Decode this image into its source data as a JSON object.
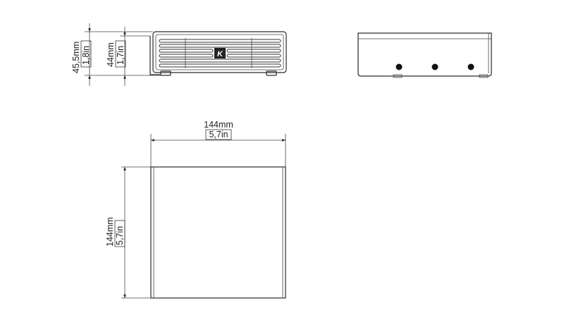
{
  "dimensions": {
    "side_total_height": {
      "metric": "45,5mm",
      "imperial": "1,8in"
    },
    "side_body_height": {
      "metric": "44mm",
      "imperial": "1,7in"
    },
    "top_width": {
      "metric": "144mm",
      "imperial": "5,7in"
    },
    "top_depth": {
      "metric": "144mm",
      "imperial": "5,7in"
    }
  },
  "logo": {
    "letter": "K"
  },
  "colors": {
    "line": "#2a2a2a",
    "background": "#ffffff"
  }
}
